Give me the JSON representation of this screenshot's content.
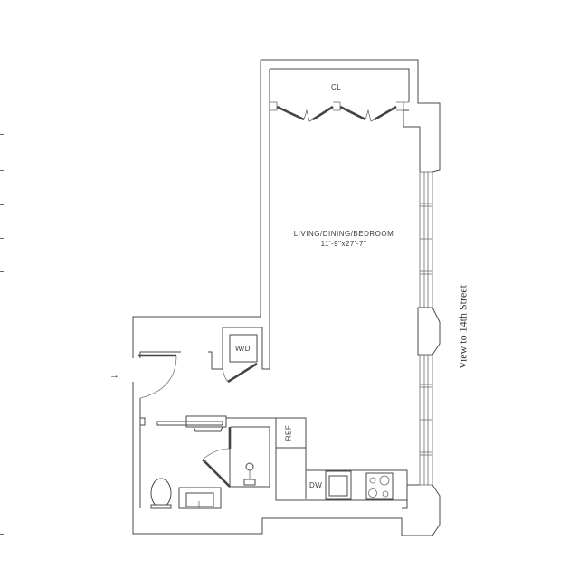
{
  "floorplan": {
    "rooms": [
      {
        "id": "closet",
        "label": "CL"
      },
      {
        "id": "living",
        "label": "LIVING/DINING/BEDROOM",
        "dimensions": "11'-9\"x27'-7\""
      },
      {
        "id": "washer-dryer",
        "label": "W/D"
      },
      {
        "id": "refrigerator",
        "label": "REF"
      },
      {
        "id": "dishwasher",
        "label": "DW"
      }
    ],
    "view_label": "View to 14th Street",
    "entry_arrow": "→",
    "colors": {
      "wall": "#4a4a4a",
      "background": "#ffffff"
    }
  }
}
